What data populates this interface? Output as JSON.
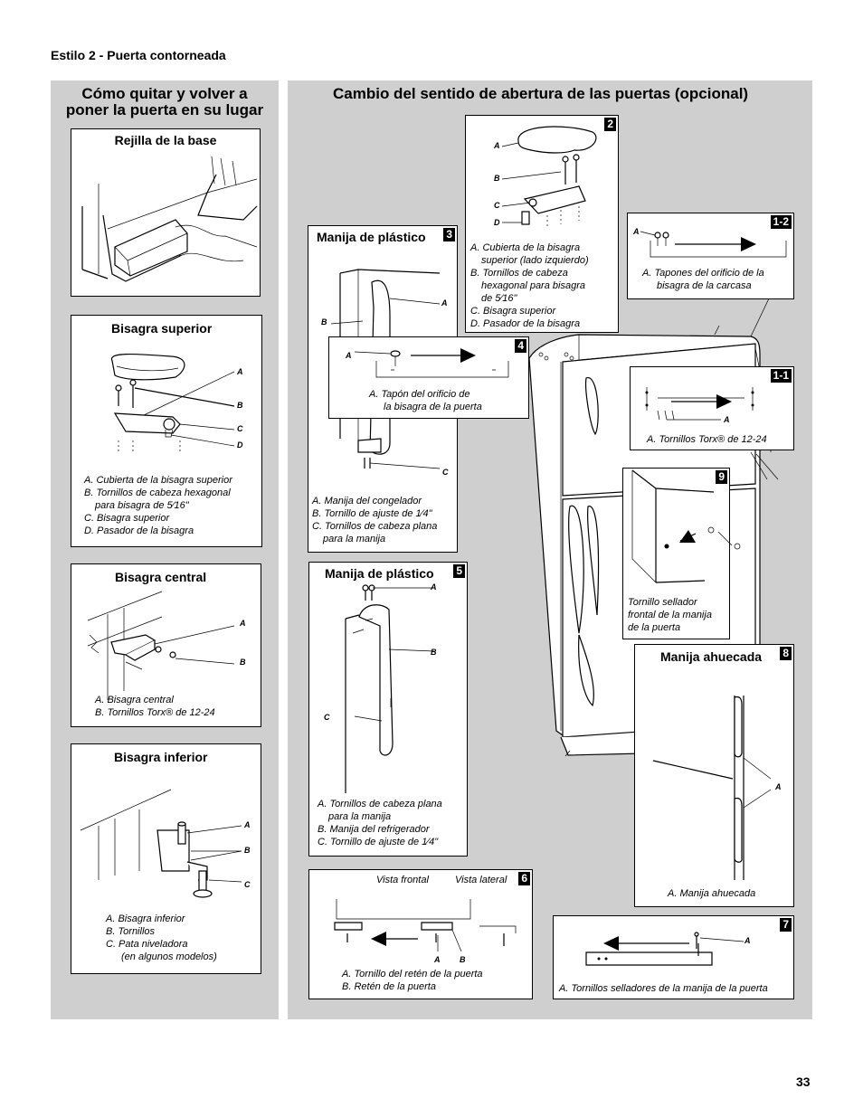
{
  "section_title": "Estilo 2 - Puerta contorneada",
  "left": {
    "title_line1": "Cómo quitar y volver a",
    "title_line2": "poner la puerta en su lugar",
    "rejilla": {
      "title": "Rejilla de la base"
    },
    "bisagra_superior": {
      "title": "Bisagra superior",
      "labels": [
        "A",
        "B",
        "C",
        "D"
      ],
      "captions": [
        "A. Cubierta de la bisagra superior",
        "B. Tornillos de cabeza hexagonal",
        "para bisagra de 5⁄16\"",
        "C. Bisagra superior",
        "D. Pasador de la bisagra"
      ]
    },
    "bisagra_central": {
      "title": "Bisagra central",
      "labels": [
        "A",
        "B"
      ],
      "captions": [
        "A. Bisagra central",
        "B. Tornillos Torx® de 12-24"
      ]
    },
    "bisagra_inferior": {
      "title": "Bisagra inferior",
      "labels": [
        "A",
        "B",
        "C"
      ],
      "captions": [
        "A. Bisagra inferior",
        "B. Tornillos",
        "C. Pata niveladora",
        "(en algunos modelos)"
      ]
    }
  },
  "right": {
    "title": "Cambio del sentido de abertura de las puertas (opcional)",
    "fig2": {
      "num": "2",
      "labels": [
        "A",
        "B",
        "C",
        "D"
      ],
      "captions": [
        "A. Cubierta de la bisagra",
        "superior (lado izquierdo)",
        "B. Tornillos de cabeza",
        "hexagonal para bisagra",
        "de 5⁄16\"",
        "C. Bisagra superior",
        "D. Pasador de la bisagra"
      ]
    },
    "fig1_2": {
      "num": "1-2",
      "labels": [
        "A"
      ],
      "captions": [
        "A. Tapones del orificio de la",
        "bisagra de la carcasa"
      ]
    },
    "fig3": {
      "title": "Manija de plástico",
      "num": "3",
      "labels": [
        "A",
        "B",
        "C"
      ],
      "captions": [
        "A. Manija del congelador",
        "B. Tornillo de ajuste de 1⁄4\"",
        "C. Tornillos de cabeza plana",
        "para la manija"
      ]
    },
    "fig4": {
      "num": "4",
      "labels": [
        "A"
      ],
      "captions": [
        "A. Tapón del orificio de",
        "la bisagra de la puerta"
      ]
    },
    "fig1_1": {
      "num": "1-1",
      "labels": [
        "A"
      ],
      "captions": [
        "A. Tornillos Torx® de 12-24"
      ]
    },
    "fig9": {
      "num": "9",
      "captions": [
        "Tornillo sellador",
        "frontal de la manija",
        "de la puerta"
      ]
    },
    "fig5": {
      "title": "Manija de plástico",
      "num": "5",
      "labels": [
        "A",
        "B",
        "C"
      ],
      "captions": [
        "A. Tornillos de cabeza plana",
        "para la manija",
        "B. Manija del refrigerador",
        "C. Tornillo de ajuste de 1⁄4\""
      ]
    },
    "fig8": {
      "title": "Manija ahuecada",
      "num": "8",
      "labels": [
        "A"
      ],
      "captions": [
        "A. Manija ahuecada"
      ]
    },
    "fig6": {
      "num": "6",
      "view_front": "Vista frontal",
      "view_side": "Vista lateral",
      "labels": [
        "A",
        "B"
      ],
      "captions": [
        "A. Tornillo del retén de la puerta",
        "B. Retén de la puerta"
      ]
    },
    "fig7": {
      "num": "7",
      "labels": [
        "A"
      ],
      "captions": [
        "A. Tornillos selladores de la manija de la puerta"
      ]
    }
  },
  "page_number": "33"
}
